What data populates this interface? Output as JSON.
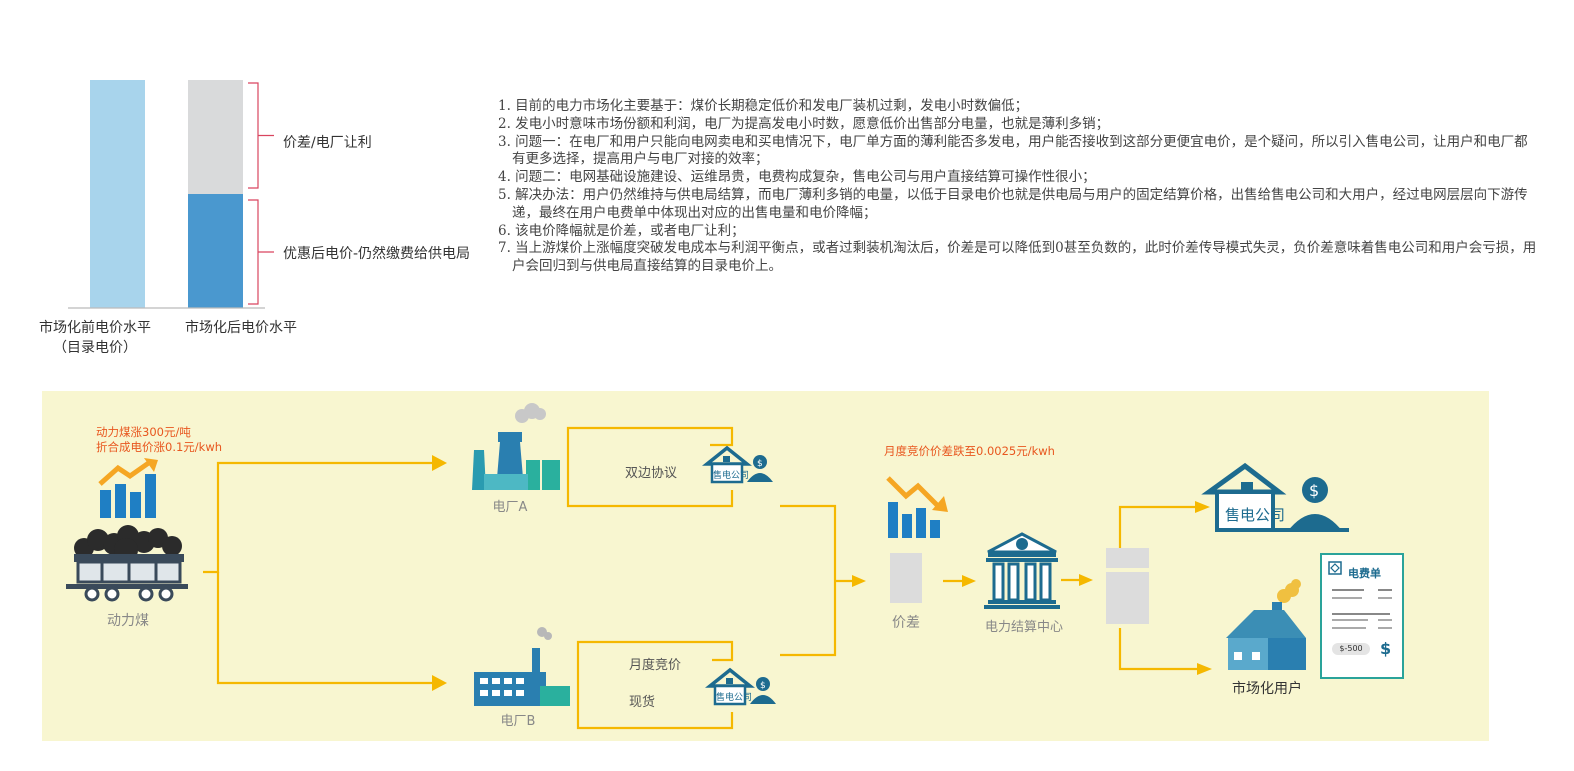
{
  "chart_data": {
    "type": "bar",
    "categories": [
      "市场化前电价水平（目录电价）",
      "市场化后电价水平"
    ],
    "series": [
      {
        "values": [
          100,
          50
        ]
      },
      {
        "values": [
          0,
          50
        ]
      }
    ],
    "colors": [
      "#a8d4ec",
      "#4a98cf",
      "#d9dadb"
    ],
    "annotations": [
      "价差/电厂让利",
      "优惠后电价-仍然缴费给供电局"
    ],
    "tick_labels": {
      "left_line1": "市场化前电价水平",
      "left_line2": "（目录电价）",
      "right": "市场化后电价水平"
    },
    "ylim": [
      0,
      105
    ]
  },
  "notes": [
    "1. 目前的电力市场化主要基于：煤价长期稳定低价和发电厂装机过剩，发电小时数偏低；",
    "2. 发电小时意味市场份额和利润，电厂为提高发电小时数，愿意低价出售部分电量，也就是薄利多销；",
    "3. 问题一：在电厂和用户只能向电网卖电和买电情况下，电厂单方面的薄利能否多发电，用户能否接收到这部分更便宜电价，是个疑问，所以引入售电公司，让用户和电厂都有更多选择，提高用户与电厂对接的效率；",
    "4. 问题二：电网基础设施建设、运维昂贵，电费构成复杂，售电公司与用户直接结算可操作性很小；",
    "5. 解决办法：用户仍然维持与供电局结算，而电厂薄利多销的电量，以低于目录电价也就是供电局与用户的固定结算价格，出售给售电公司和大用户，经过电网层层向下游传递，最终在用户电费单中体现出对应的出售电量和电价降幅；",
    "6. 该电价降幅就是价差，或者电厂让利；",
    "7. 当上游煤价上涨幅度突破发电成本与利润平衡点，或者过剩装机淘汰后，价差是可以降低到0甚至负数的，此时价差传导模式失灵，负价差意味着售电公司和用户会亏损，用户会回归到与供电局直接结算的目录电价上。"
  ],
  "flow": {
    "coal_note_1": "动力煤涨300元/吨",
    "coal_note_2": "折合成电价涨0.1元/kwh",
    "coal_label": "动力煤",
    "plant_a": "电厂A",
    "plant_b": "电厂B",
    "bilateral": "双边协议",
    "monthly_bid": "月度竞价",
    "spot": "现货",
    "retail_small": "售电公司",
    "price_drop_note": "月度竞价价差跌至0.0025元/kwh",
    "spread_label": "价差",
    "settlement_center": "电力结算中心",
    "retail_company": "售电公司",
    "market_user": "市场化用户",
    "bill_title": "电费单",
    "bill_amount": "$-500",
    "dollar": "$"
  }
}
